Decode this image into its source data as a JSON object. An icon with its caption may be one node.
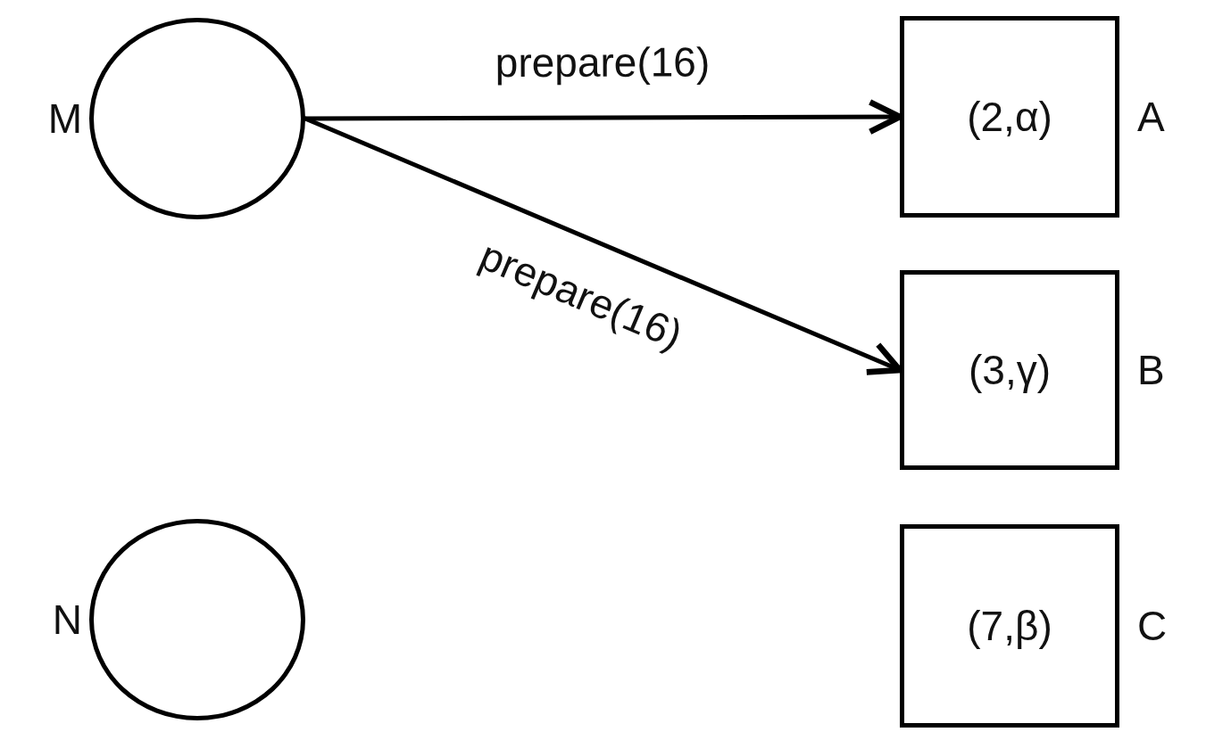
{
  "diagram": {
    "nodes": [
      {
        "text": [],
        "shape": "circle",
        "beside": [
          "M"
        ]
      },
      {
        "text": [
          "(2,α)"
        ],
        "beside": [
          "A"
        ]
      },
      {
        "text": [
          "(3,γ)"
        ],
        "beside": [
          "B"
        ]
      },
      {
        "text": [],
        "shape": "circle",
        "beside": [
          "N"
        ]
      },
      {
        "text": [
          "(7,β)"
        ],
        "beside": [
          "C"
        ]
      }
    ],
    "edges": [
      {
        "from": 0,
        "to": 1,
        "arrow": "to",
        "label": "prepare(16)"
      },
      {
        "from": 0,
        "to": 2,
        "arrow": "to",
        "label": "prepare(16)"
      }
    ]
  }
}
